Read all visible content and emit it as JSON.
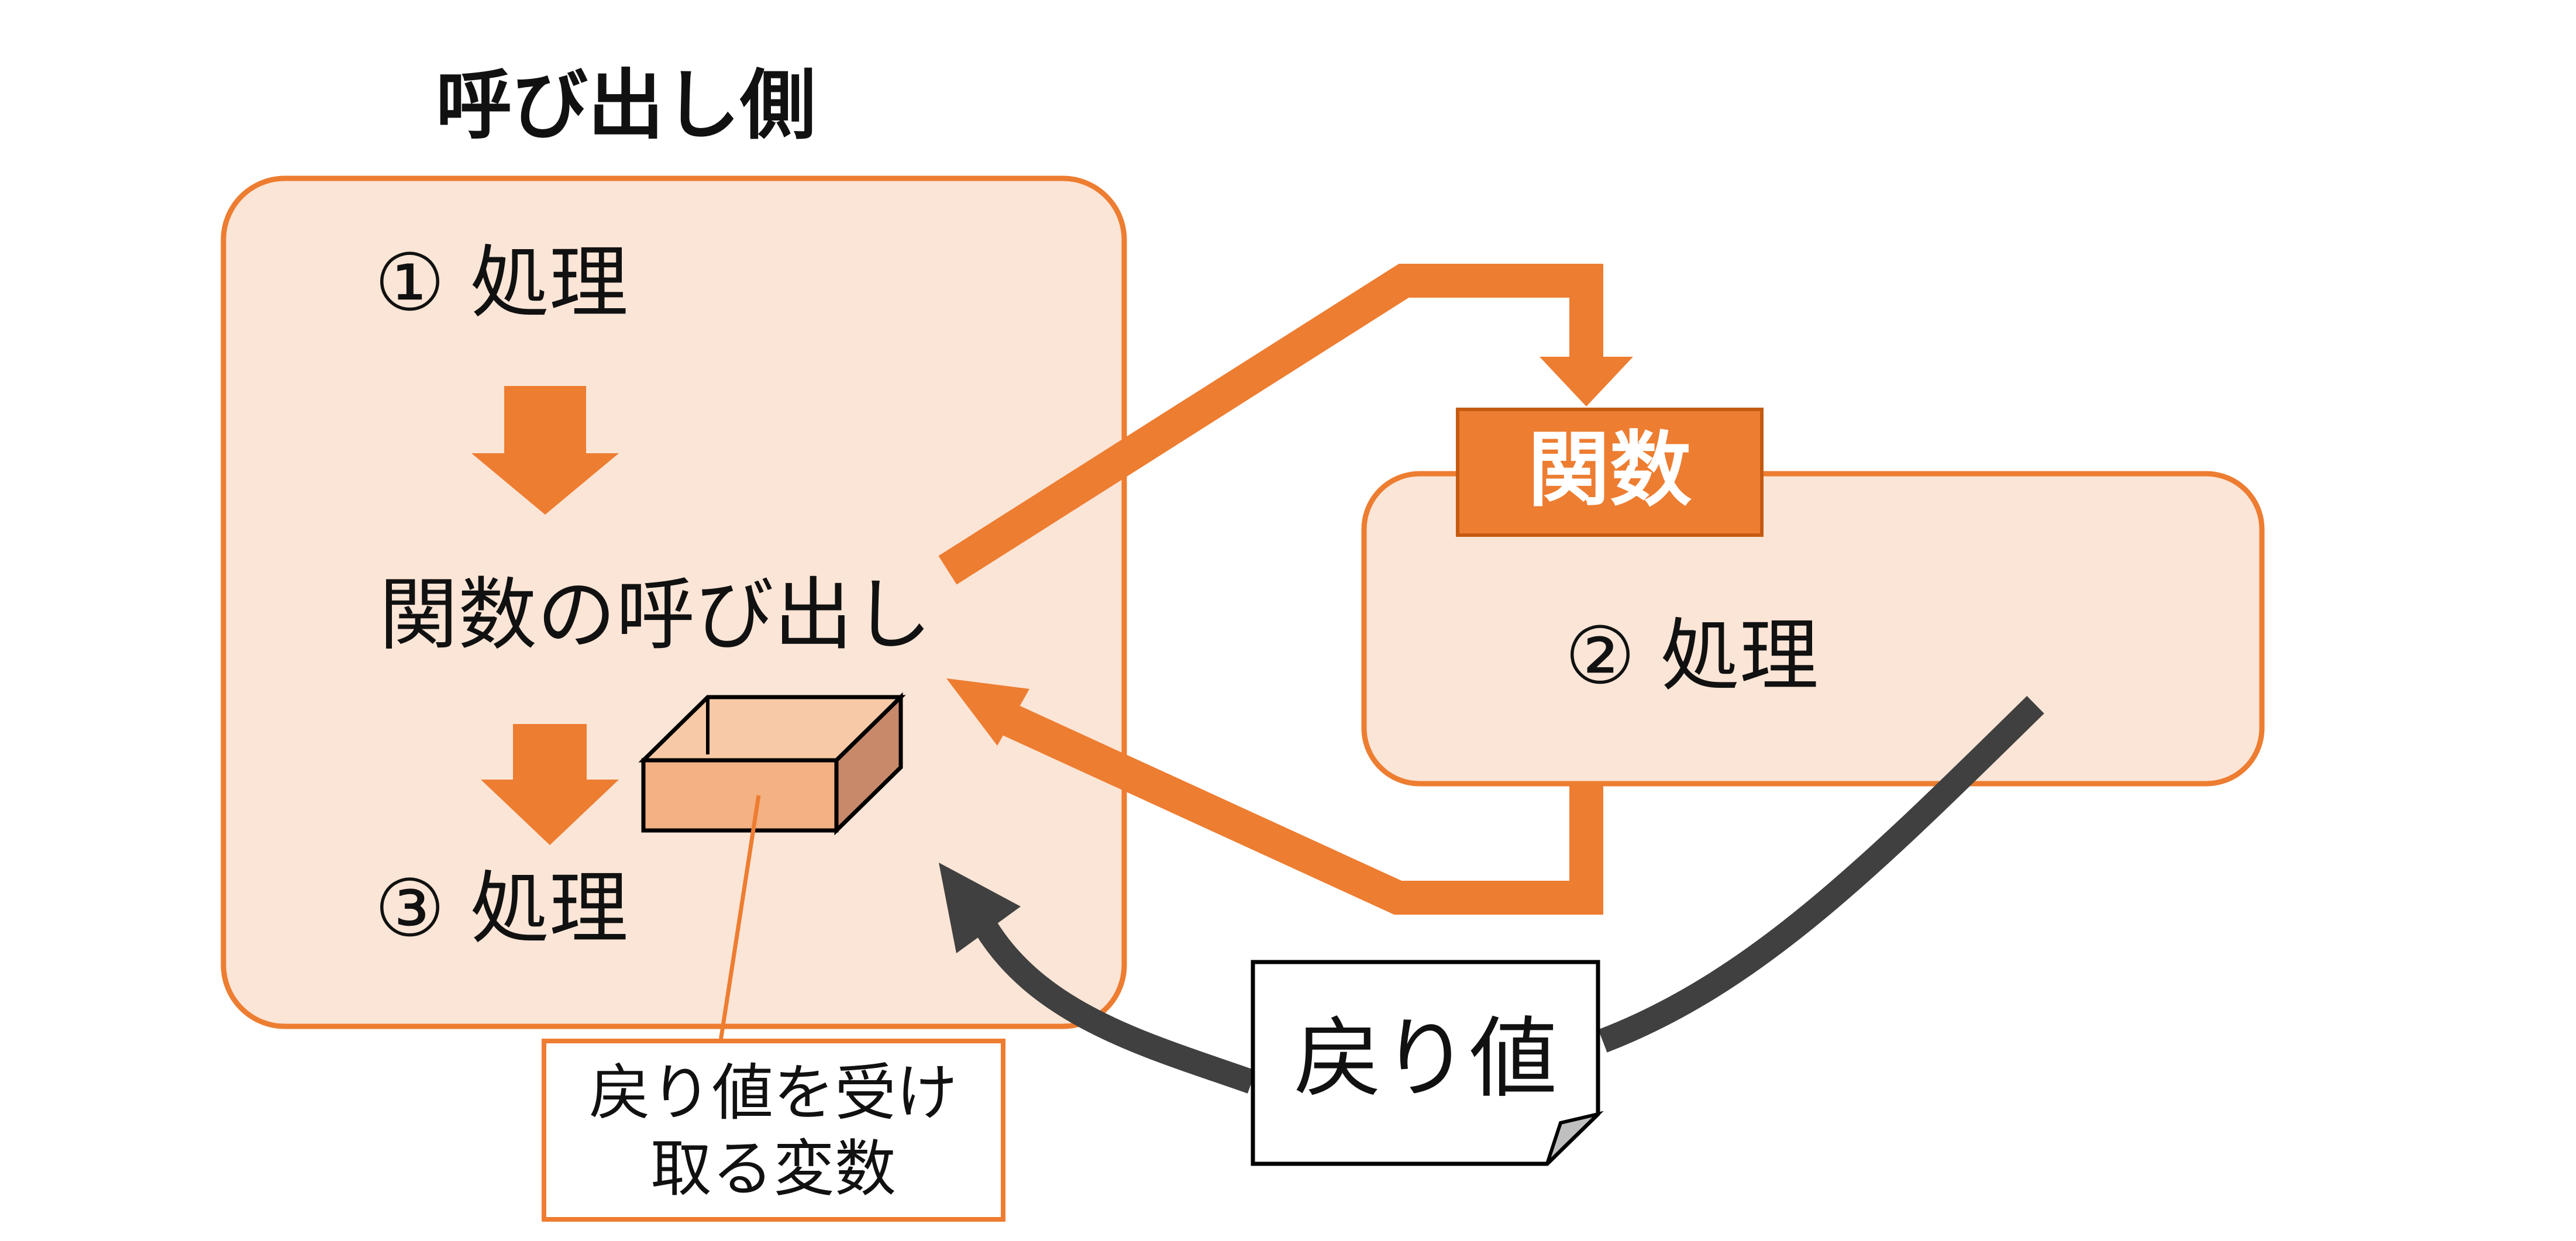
{
  "caller": {
    "title": "呼び出し側",
    "step1": "① 処理",
    "call": "関数の呼び出し",
    "step3": "③ 処理"
  },
  "function": {
    "tab_label": "関数",
    "step2": "② 処理"
  },
  "return_value": {
    "label": "戻り値"
  },
  "variable_note": {
    "line1": "戻り値を受け",
    "line2": "取る変数"
  },
  "colors": {
    "accent": "#ED7D31",
    "panel_fill": "#FBE5D6",
    "box_fill": "#F4B183",
    "box_side": "#C8896A",
    "dark_arrow": "#404040"
  }
}
